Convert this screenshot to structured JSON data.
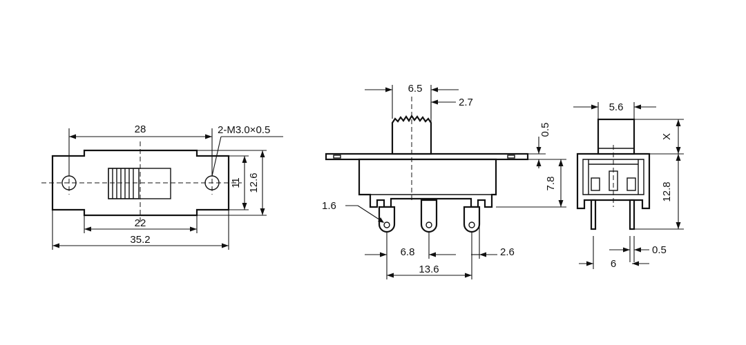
{
  "front_view": {
    "dim_width_outer": "35.2",
    "dim_hole_pitch": "28",
    "dim_window": "22",
    "dim_height_11": "11",
    "dim_height_12_6": "12.6",
    "dim_hole_callout": "2-M3.0×0.5"
  },
  "side_view": {
    "dim_actuator": "6.5",
    "dim_actuator_offset": "2.7",
    "dim_flange": "0.5",
    "dim_body_height": "7.8",
    "dim_pin_hole": "1.6",
    "dim_pin_pitch": "6.8",
    "dim_pin_span": "13.6",
    "dim_pin_width": "2.6"
  },
  "end_view": {
    "dim_actuator_width": "5.6",
    "dim_actuator_height": "X",
    "dim_height": "12.8",
    "dim_pin_thickness": "0.5",
    "dim_pin_spacing": "6"
  }
}
